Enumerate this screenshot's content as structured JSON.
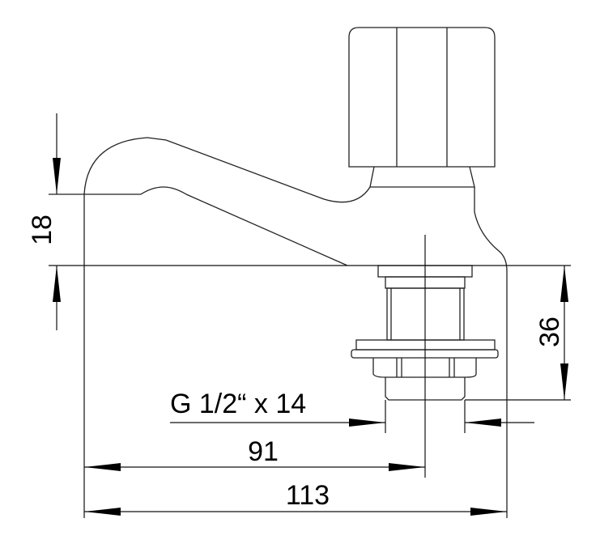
{
  "drawing": {
    "dimensions": {
      "spout_height": "18",
      "shank_length": "36",
      "thread": "G 1/2“ x 14",
      "spout_reach": "91",
      "overall_length": "113"
    }
  }
}
